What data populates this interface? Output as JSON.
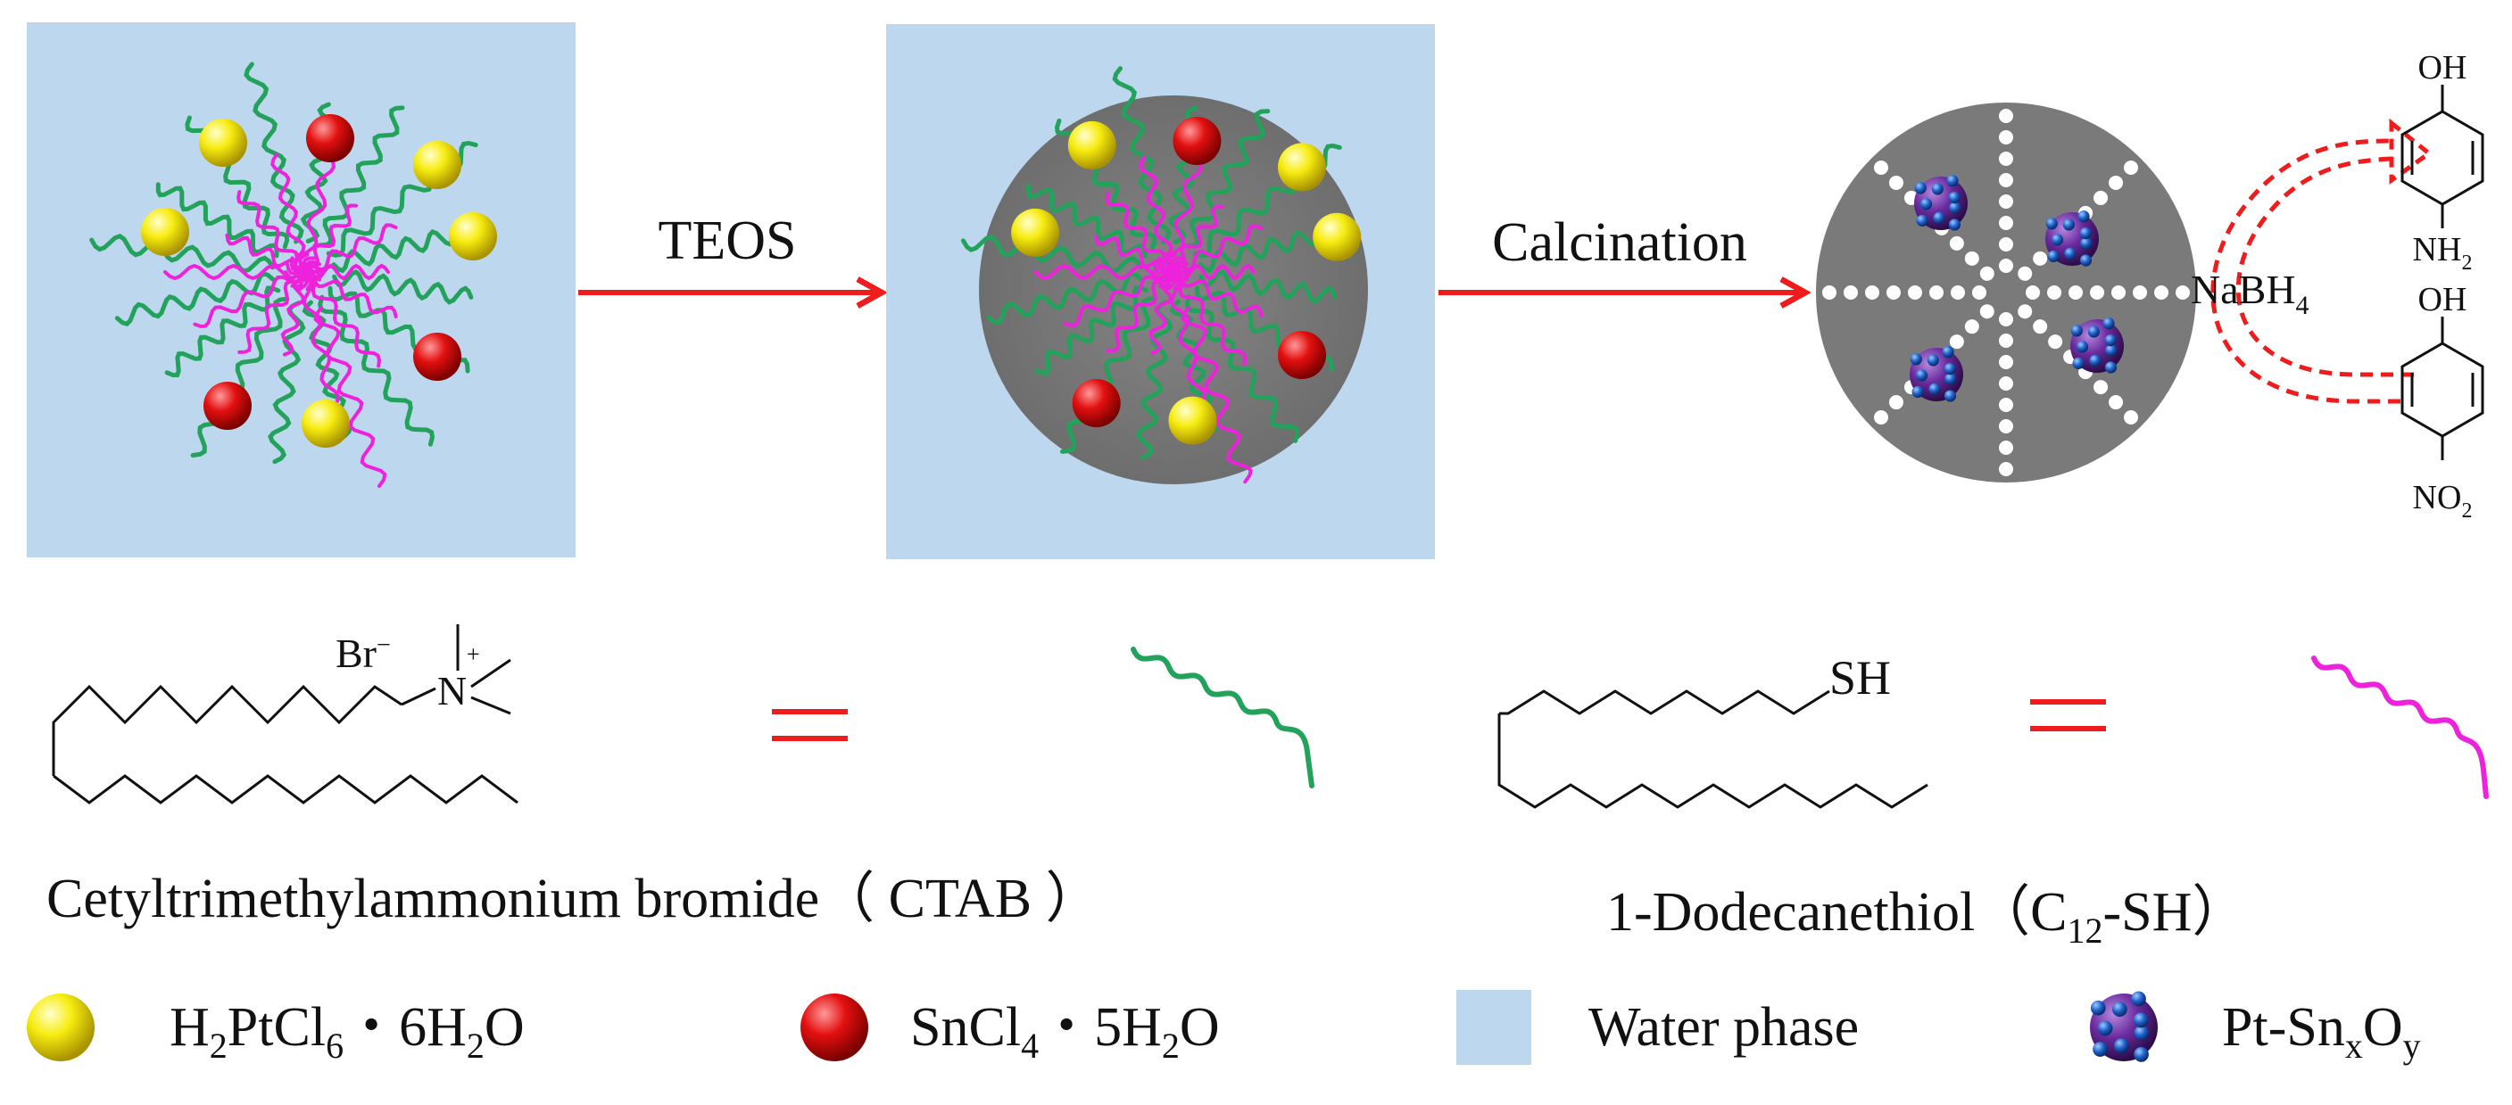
{
  "steps": {
    "teos": "TEOS",
    "calcination": "Calcination",
    "nabh4": {
      "base": "NaBH",
      "sub": "4"
    }
  },
  "products": {
    "aminophenol": {
      "top": "OH",
      "bottom_main": "NH",
      "bottom_sub": "2"
    },
    "nitrophenol": {
      "top": "OH",
      "bottom_main": "NO",
      "bottom_sub": "2"
    }
  },
  "ctab": {
    "counterion": "Br",
    "counterion_charge": "−",
    "ammonium": "N",
    "charge": "+",
    "name": "Cetyltrimethylammonium bromide（ CTAB ）"
  },
  "thiol": {
    "group": "SH",
    "name_prefix": "1-Dodecanethiol（C",
    "name_sub": "12",
    "name_suffix": "-SH）"
  },
  "legend": {
    "pt_precursor": {
      "parts": [
        "H",
        "2",
        "PtCl",
        "6",
        "・6H",
        "2",
        "O"
      ]
    },
    "sn_precursor": {
      "parts": [
        "SnCl",
        "4",
        "・5H",
        "2",
        "O"
      ]
    },
    "water": "Water phase",
    "product": {
      "parts": [
        "Pt-Sn",
        "x",
        "O",
        "y"
      ]
    }
  },
  "colors": {
    "water": "#bdd7ee",
    "sphere": "#7f7f7f",
    "ctab_chain": "#22a25a",
    "thiol_chain": "#ee22dd",
    "arrow": "#ee1c1c",
    "pt_ball": "#f2e600",
    "sn_ball": "#e01010",
    "cluster": "#6a2b9e"
  }
}
